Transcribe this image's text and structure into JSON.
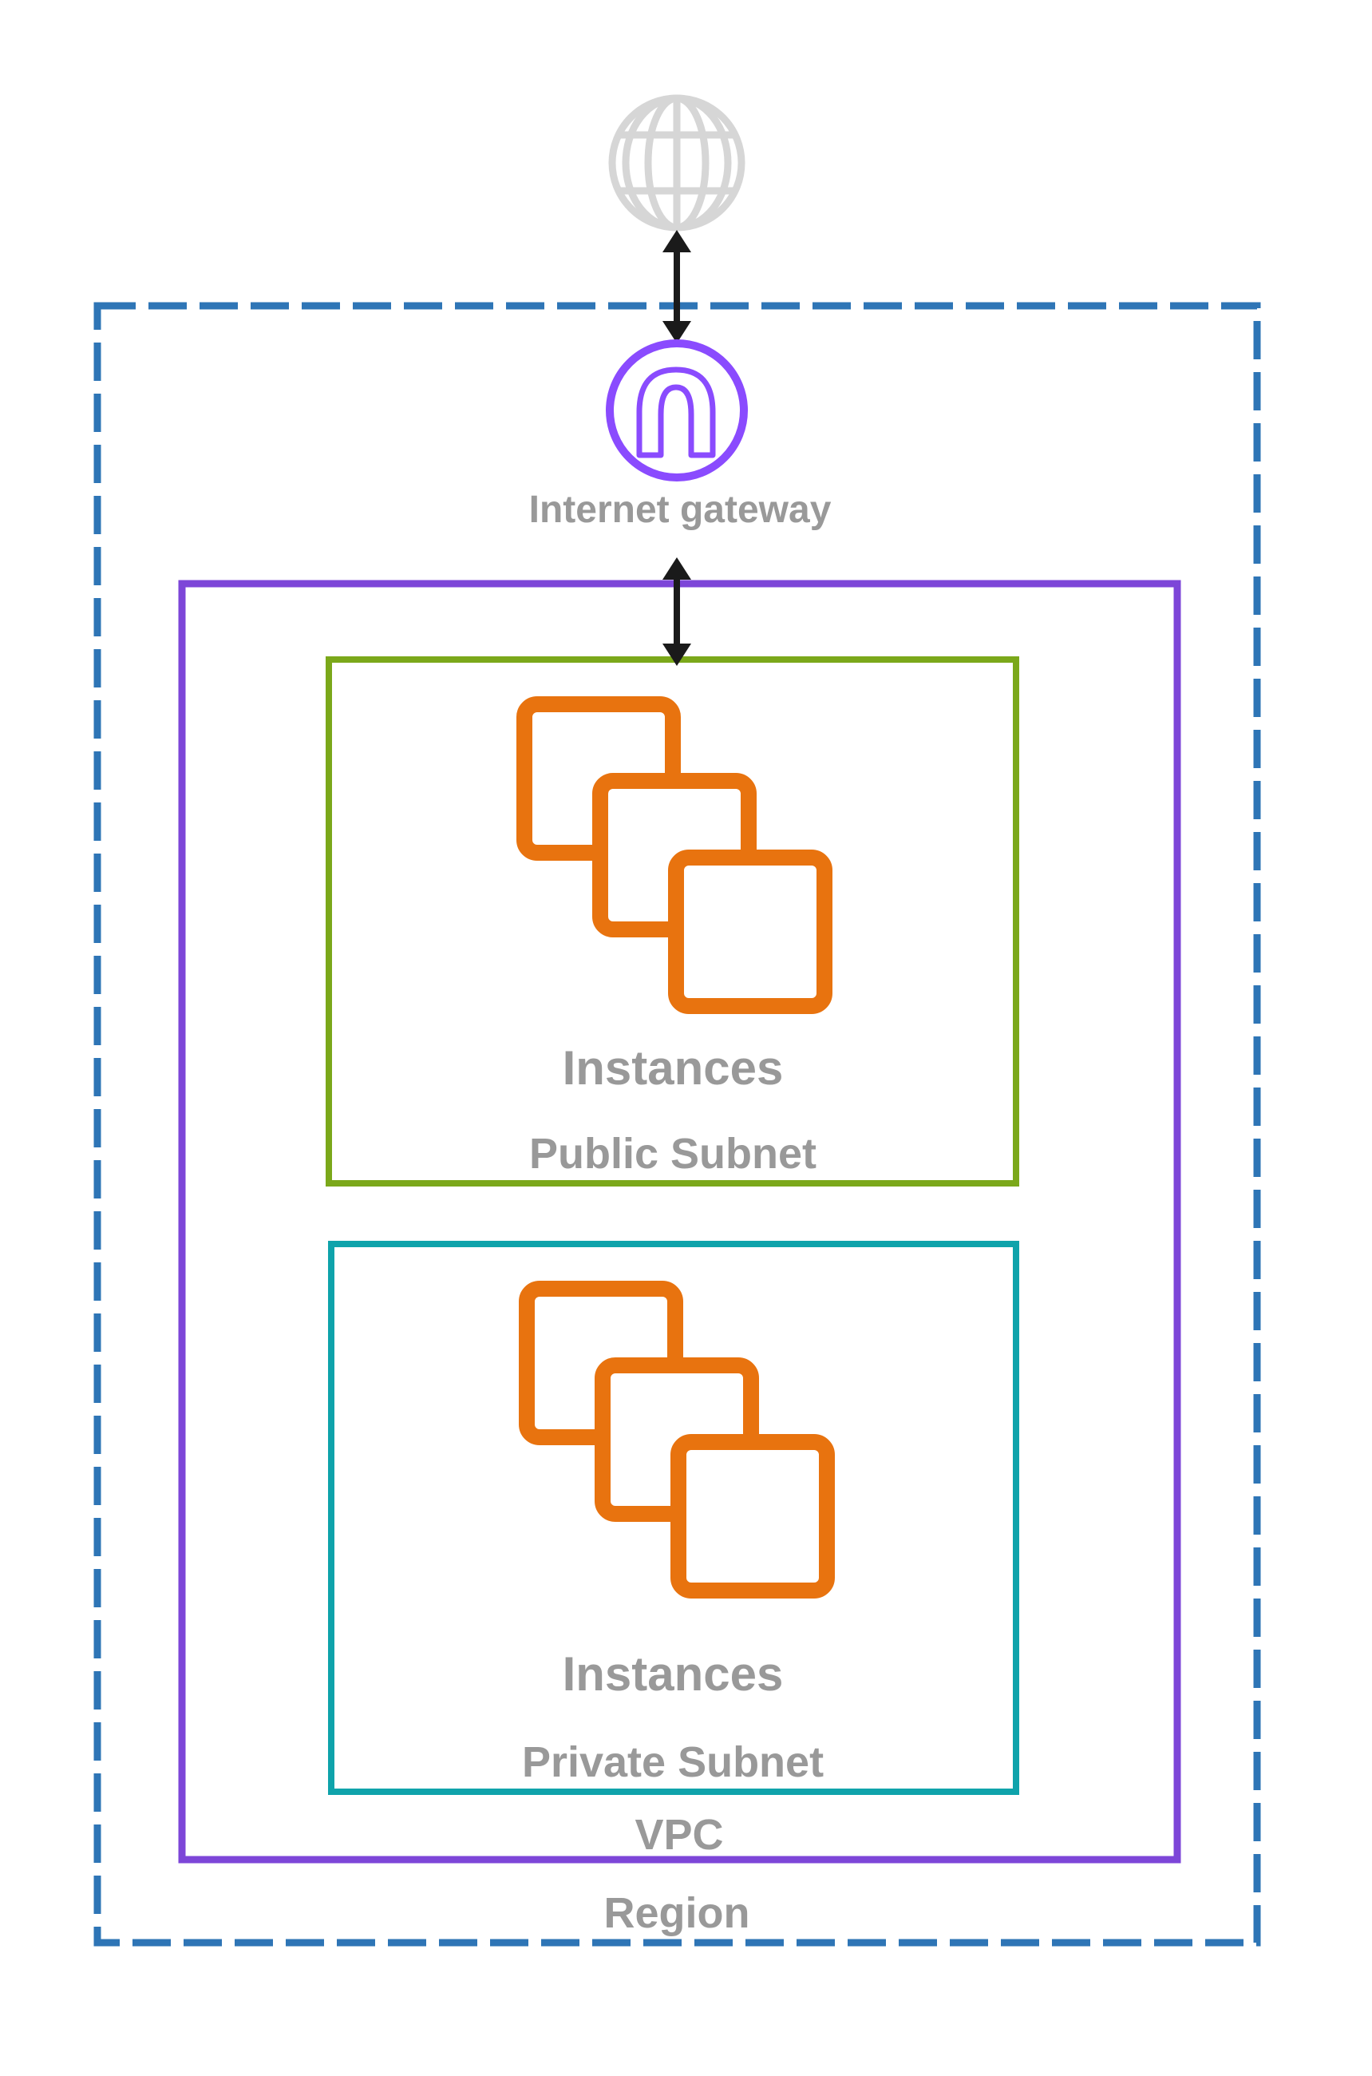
{
  "labels": {
    "internet_gateway": "Internet gateway",
    "public_instances": "Instances",
    "public_subnet": "Public Subnet",
    "private_instances": "Instances",
    "private_subnet": "Private Subnet",
    "vpc": "VPC",
    "region": "Region"
  },
  "icons": [
    "internet-globe-icon",
    "bidirectional-arrow-icon",
    "internet-gateway-icon",
    "instances-icon"
  ],
  "connections": [
    {
      "from": "internet",
      "to": "internet-gateway",
      "bidirectional": true
    },
    {
      "from": "internet-gateway",
      "to": "public-subnet",
      "bidirectional": true
    }
  ],
  "colors": {
    "region-border": "#2E75B6",
    "vpc-border": "#7D46D8",
    "public-subnet-border": "#7BA81A",
    "private-subnet-border": "#0FA3AB",
    "gateway-purple": "#8A4BFE",
    "instances-orange": "#E8730F",
    "globe-gray": "#D6D6D6",
    "label-gray": "#999999",
    "arrow-black": "#1A1A1A"
  }
}
